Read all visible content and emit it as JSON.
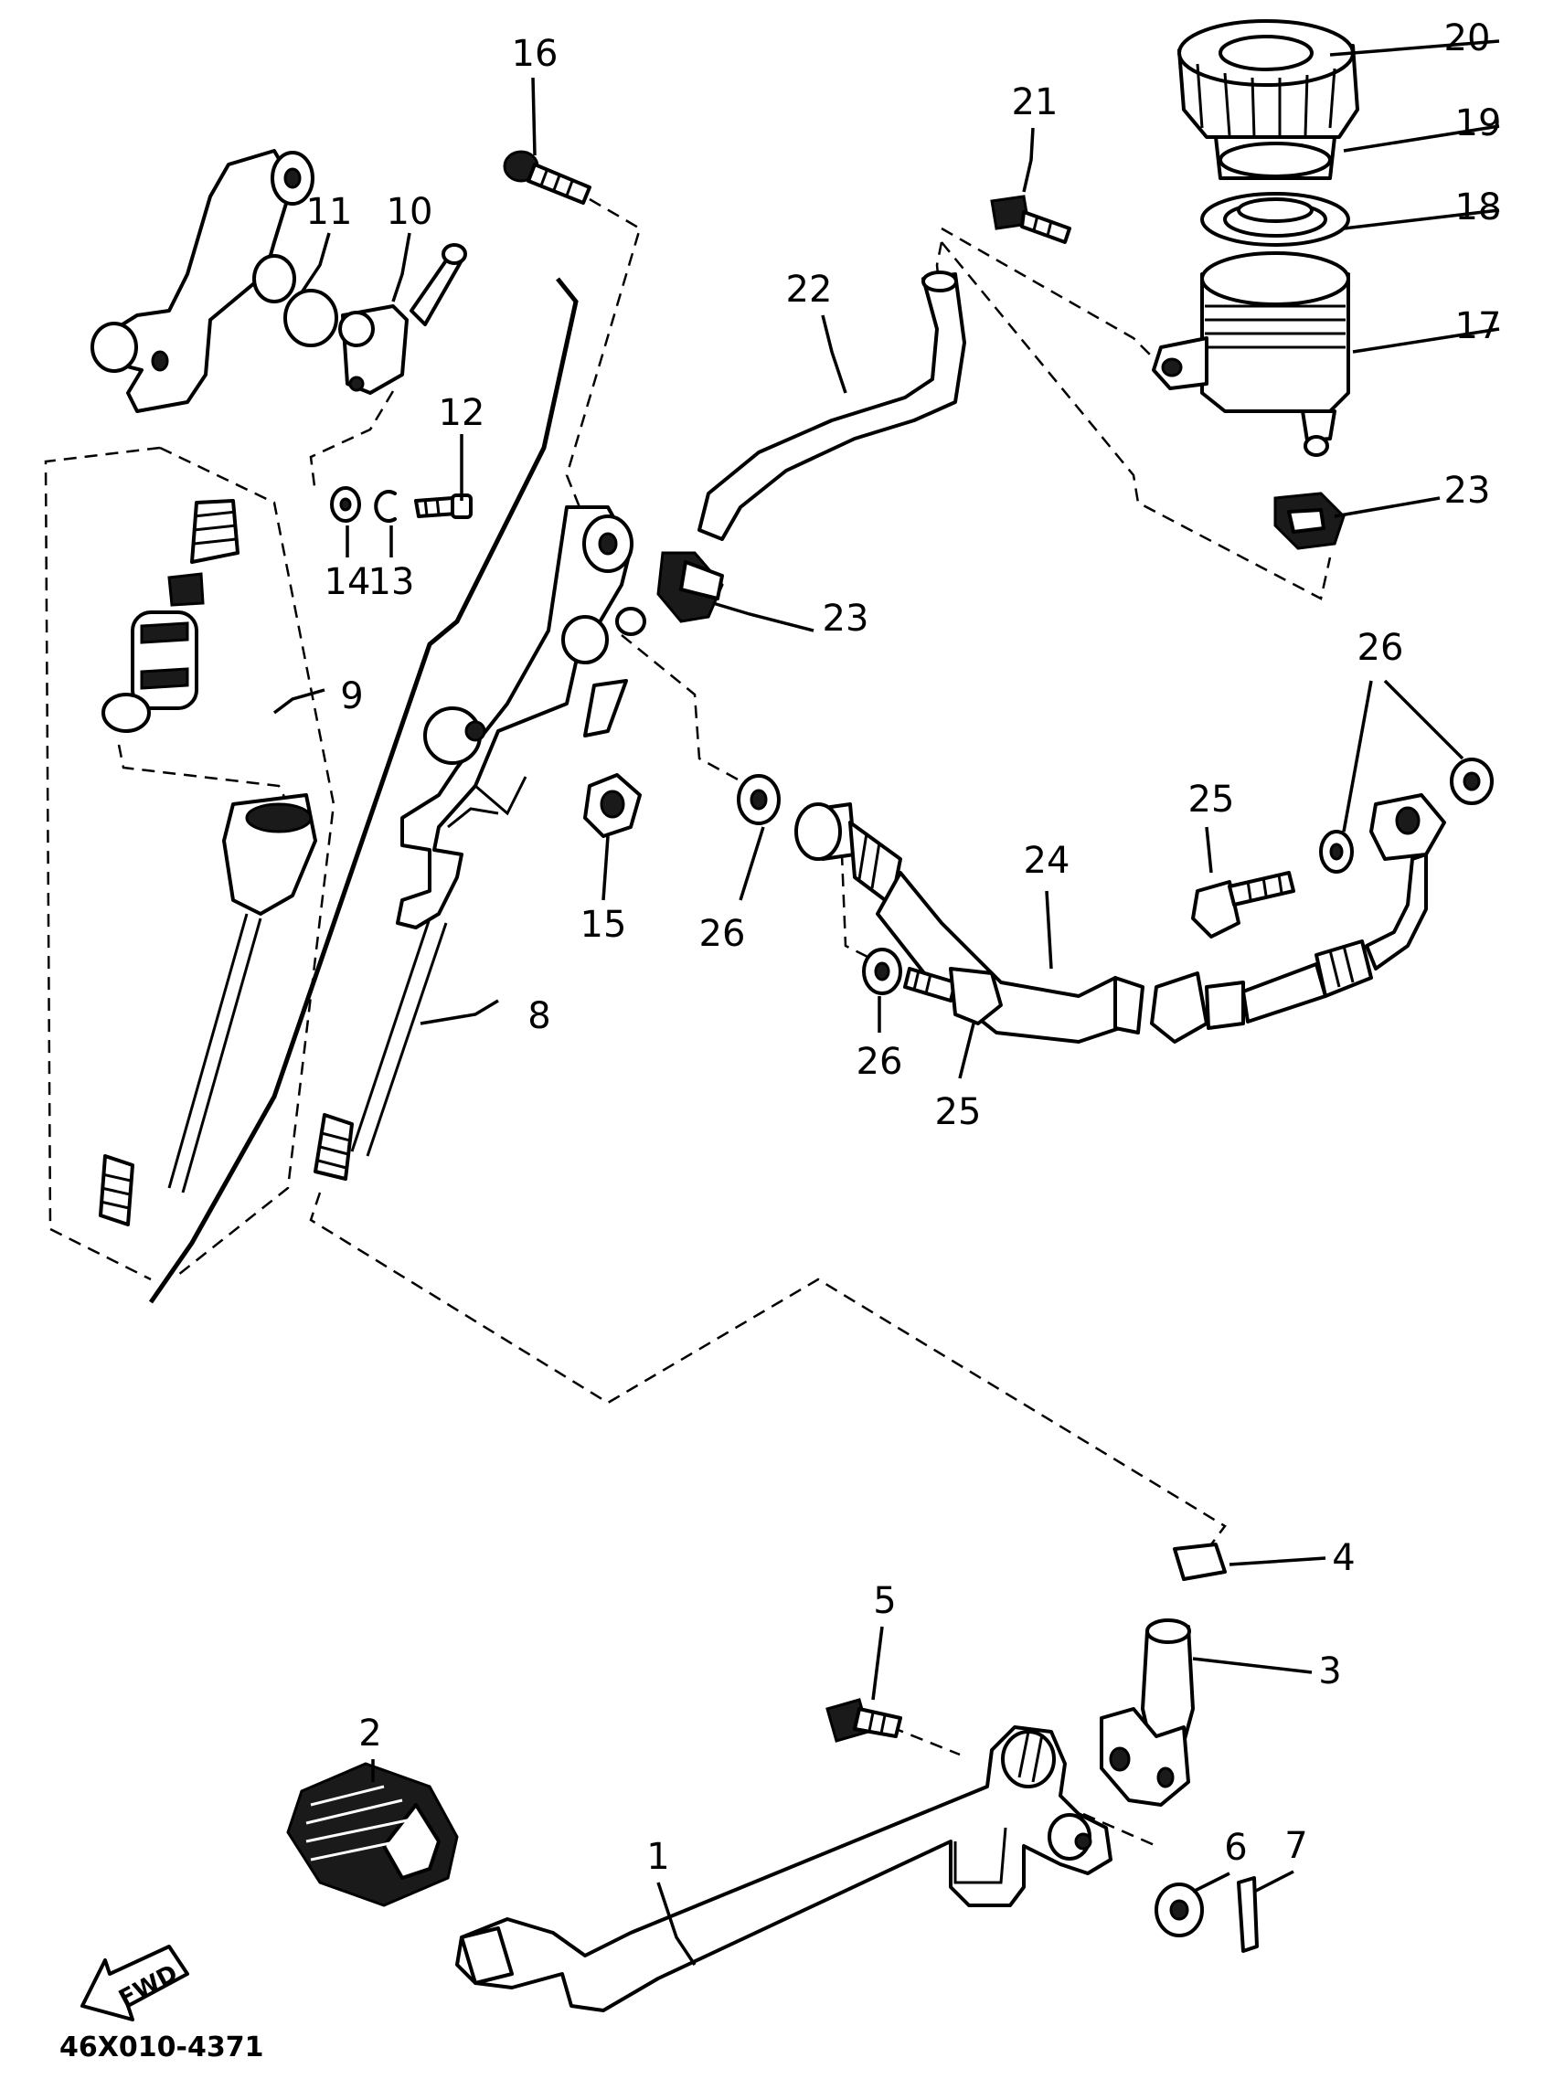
{
  "diagram": {
    "document_code": "46X010-4371",
    "direction_label": "FWD",
    "callouts": [
      {
        "id": "c1",
        "label": "1"
      },
      {
        "id": "c2",
        "label": "2"
      },
      {
        "id": "c3",
        "label": "3"
      },
      {
        "id": "c4",
        "label": "4"
      },
      {
        "id": "c5",
        "label": "5"
      },
      {
        "id": "c6",
        "label": "6"
      },
      {
        "id": "c7",
        "label": "7"
      },
      {
        "id": "c8",
        "label": "8"
      },
      {
        "id": "c9",
        "label": "9"
      },
      {
        "id": "c10",
        "label": "10"
      },
      {
        "id": "c11",
        "label": "11"
      },
      {
        "id": "c12",
        "label": "12"
      },
      {
        "id": "c13",
        "label": "13"
      },
      {
        "id": "c14",
        "label": "14"
      },
      {
        "id": "c15",
        "label": "15"
      },
      {
        "id": "c16",
        "label": "16"
      },
      {
        "id": "c17",
        "label": "17"
      },
      {
        "id": "c18",
        "label": "18"
      },
      {
        "id": "c19",
        "label": "19"
      },
      {
        "id": "c20",
        "label": "20"
      },
      {
        "id": "c21",
        "label": "21"
      },
      {
        "id": "c22",
        "label": "22"
      },
      {
        "id": "c23a",
        "label": "23"
      },
      {
        "id": "c23b",
        "label": "23"
      },
      {
        "id": "c24",
        "label": "24"
      },
      {
        "id": "c25a",
        "label": "25"
      },
      {
        "id": "c25b",
        "label": "25"
      },
      {
        "id": "c26a",
        "label": "26"
      },
      {
        "id": "c26b",
        "label": "26"
      },
      {
        "id": "c26c",
        "label": "26"
      }
    ]
  }
}
